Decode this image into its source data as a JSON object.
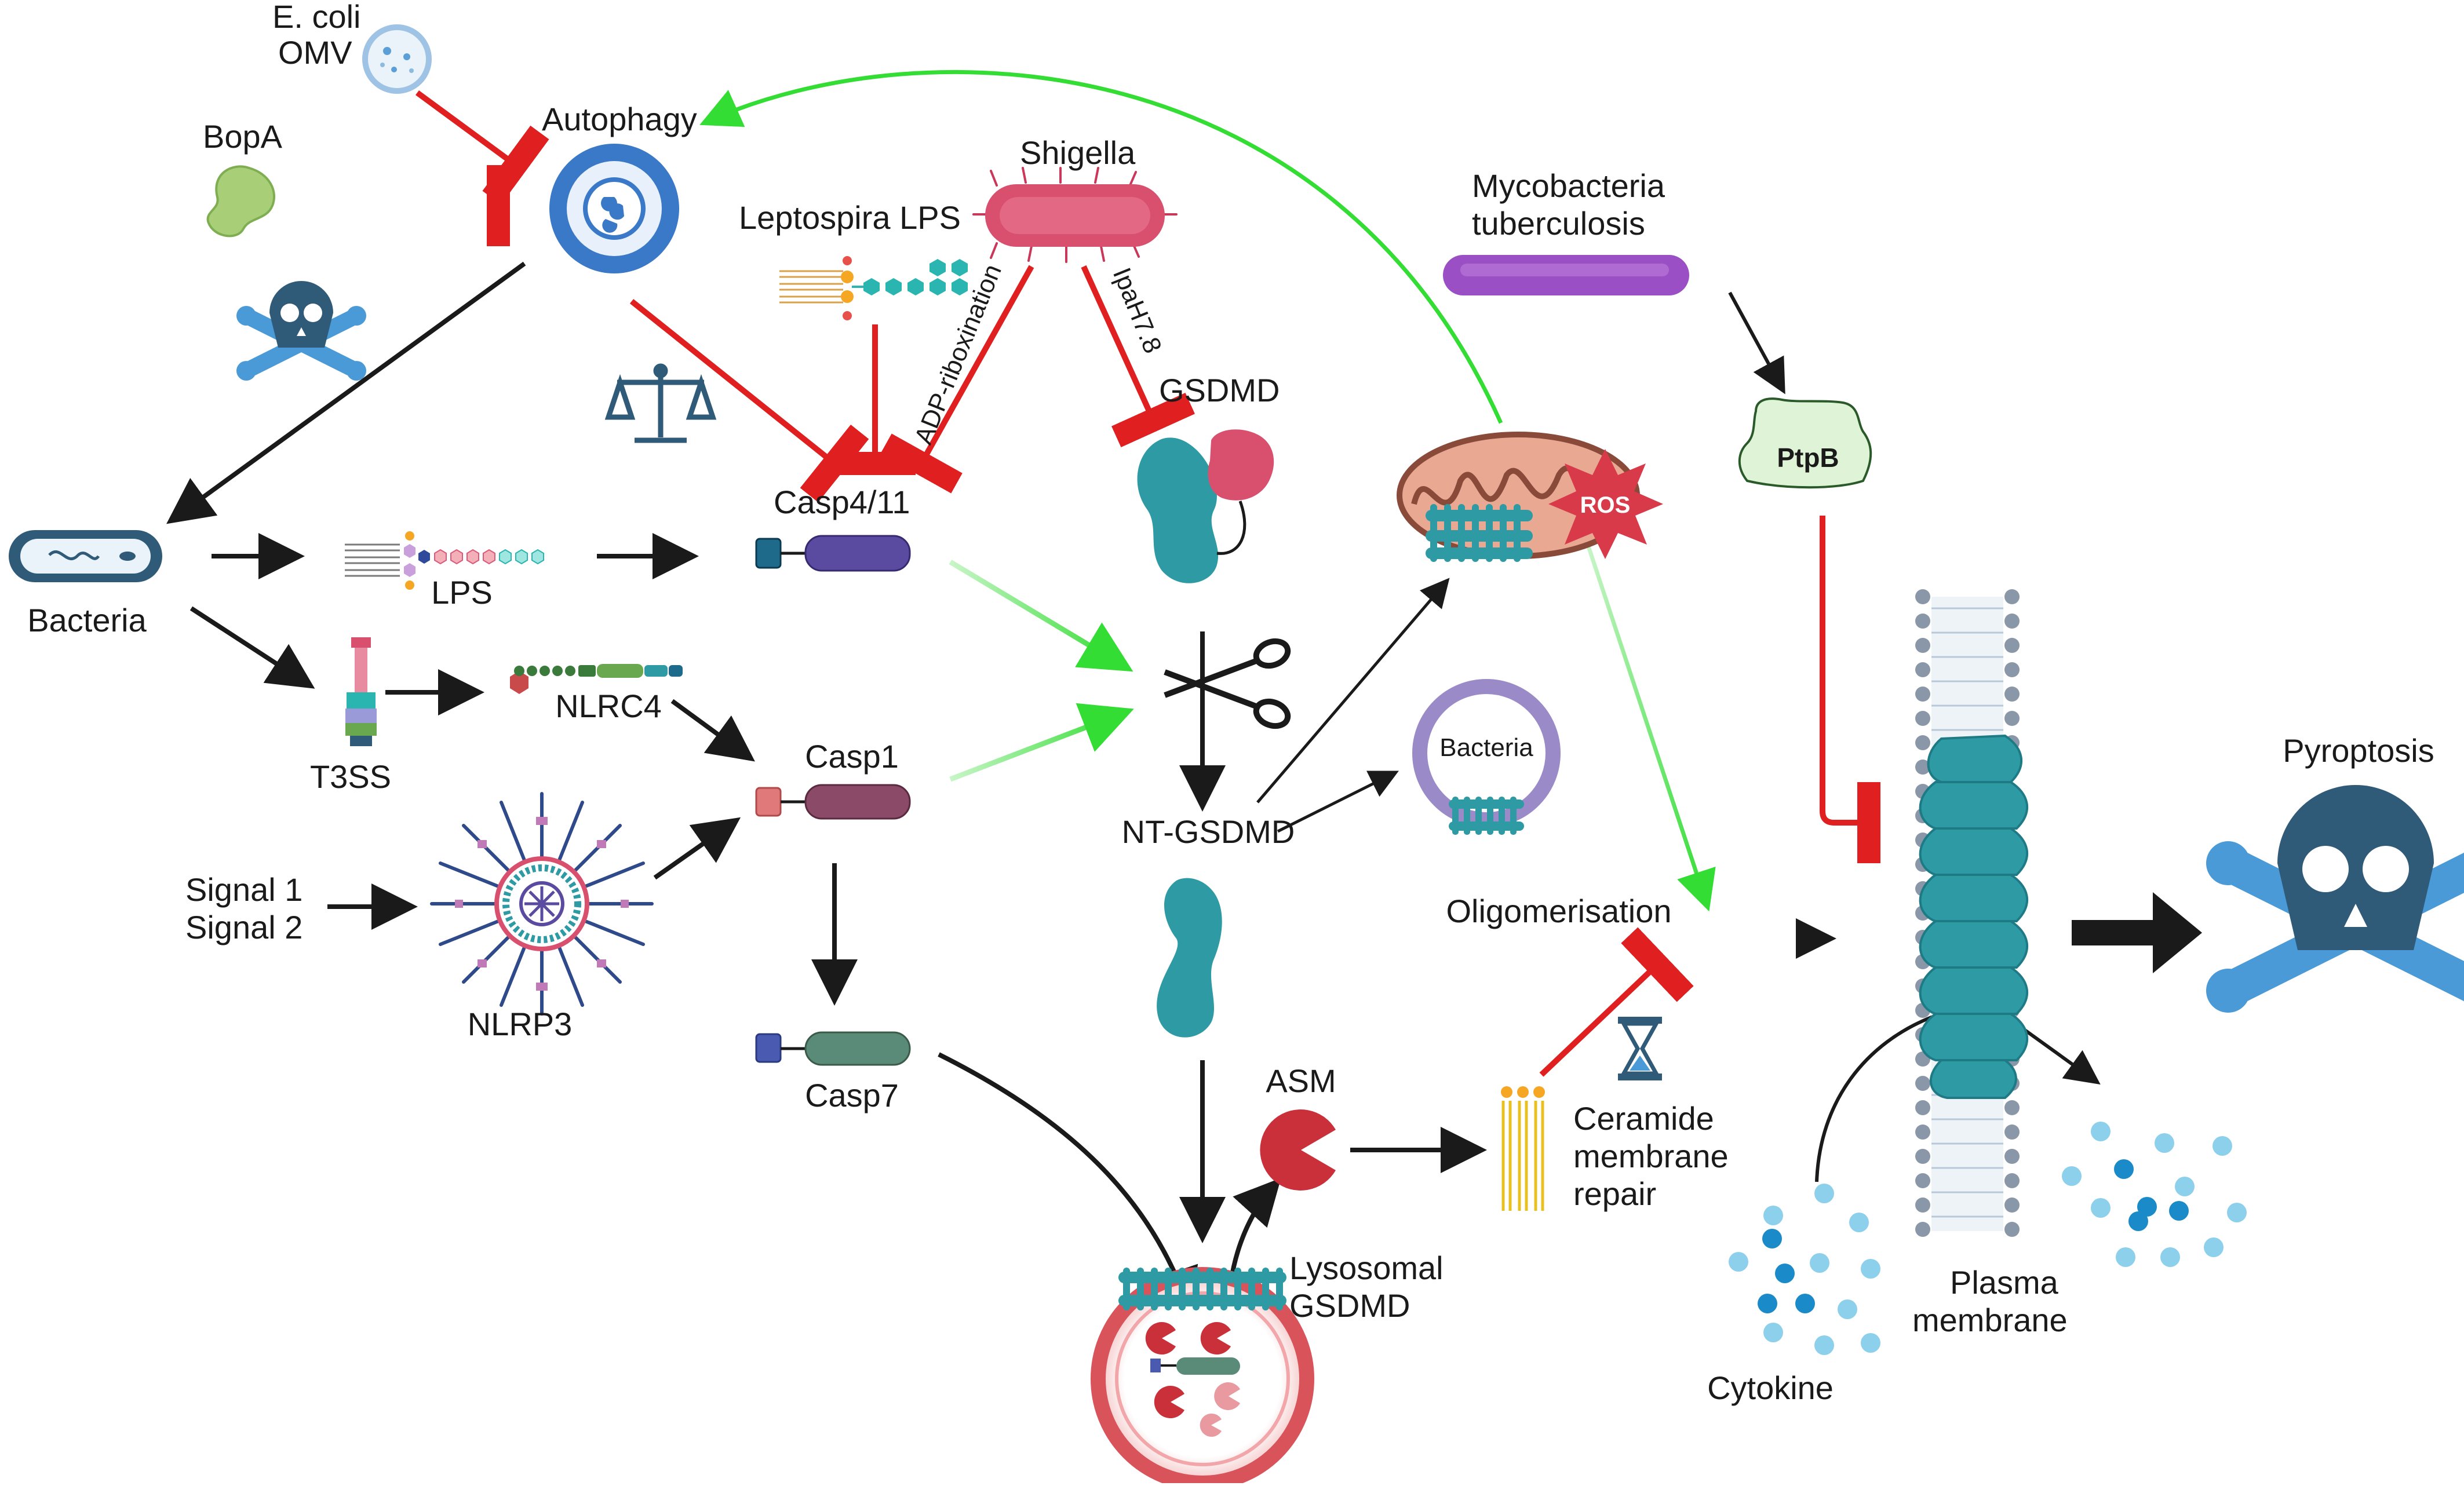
{
  "labels": {
    "ecoli_line1": "E. coli",
    "ecoli_line2": "OMV",
    "bopa": "BopA",
    "autophagy": "Autophagy",
    "shigella": "Shigella",
    "leptospira_lps": "Leptospira LPS",
    "adp_ribox": "ADP-riboxination",
    "ipah78": "IpaH7.8",
    "gsdmd": "GSDMD",
    "mycobacteria_line1": "Mycobacteria",
    "mycobacteria_line2": "tuberculosis",
    "ptpb": "PtpB",
    "ros": "ROS",
    "bacteria_left": "Bacteria",
    "lps": "LPS",
    "casp411": "Casp4/11",
    "t3ss": "T3SS",
    "nlrc4": "NLRC4",
    "casp1": "Casp1",
    "nt_gsdmd": "NT-GSDMD",
    "bacteria_vesicle": "Bacteria",
    "signal1": "Signal 1",
    "signal2": "Signal 2",
    "nlrp3": "NLRP3",
    "oligomerisation": "Oligomerisation",
    "pyroptosis": "Pyroptosis",
    "casp7": "Casp7",
    "asm": "ASM",
    "ceramide_line1": "Ceramide",
    "ceramide_line2": "membrane",
    "ceramide_line3": "repair",
    "lysosomal_line1": "Lysosomal",
    "lysosomal_line2": "GSDMD",
    "plasma_line1": "Plasma",
    "plasma_line2": "membrane",
    "cytokine": "Cytokine"
  },
  "colors": {
    "activation": "#1a1a1a",
    "inhibition": "#e02020",
    "green_activation": "#33dd33",
    "gsdmd_teal": "#2e9aa4",
    "autophagy_blue": "#3a78c8",
    "shigella_pink": "#d94f6e",
    "mycobacteria_purple": "#9b4fc4",
    "skull_dark": "#2f5a78",
    "skull_bones": "#4a9ad8"
  },
  "icons": [
    "omv-vesicle-icon",
    "bopa-protein-icon",
    "autophagosome-icon",
    "skull-crossbones-icon",
    "balance-scale-icon",
    "shigella-bacterium-icon",
    "mycobacterium-icon",
    "ptpb-protein-icon",
    "mitochondrion-icon",
    "ros-burst-icon",
    "bacterium-icon",
    "lps-molecule-icon",
    "caspase-icon",
    "t3ss-icon",
    "nlrc4-icon",
    "nlrp3-inflammasome-icon",
    "scissors-icon",
    "gsdmd-pore-icon",
    "hourglass-icon",
    "lysosome-icon",
    "cytokine-dots-icon"
  ]
}
